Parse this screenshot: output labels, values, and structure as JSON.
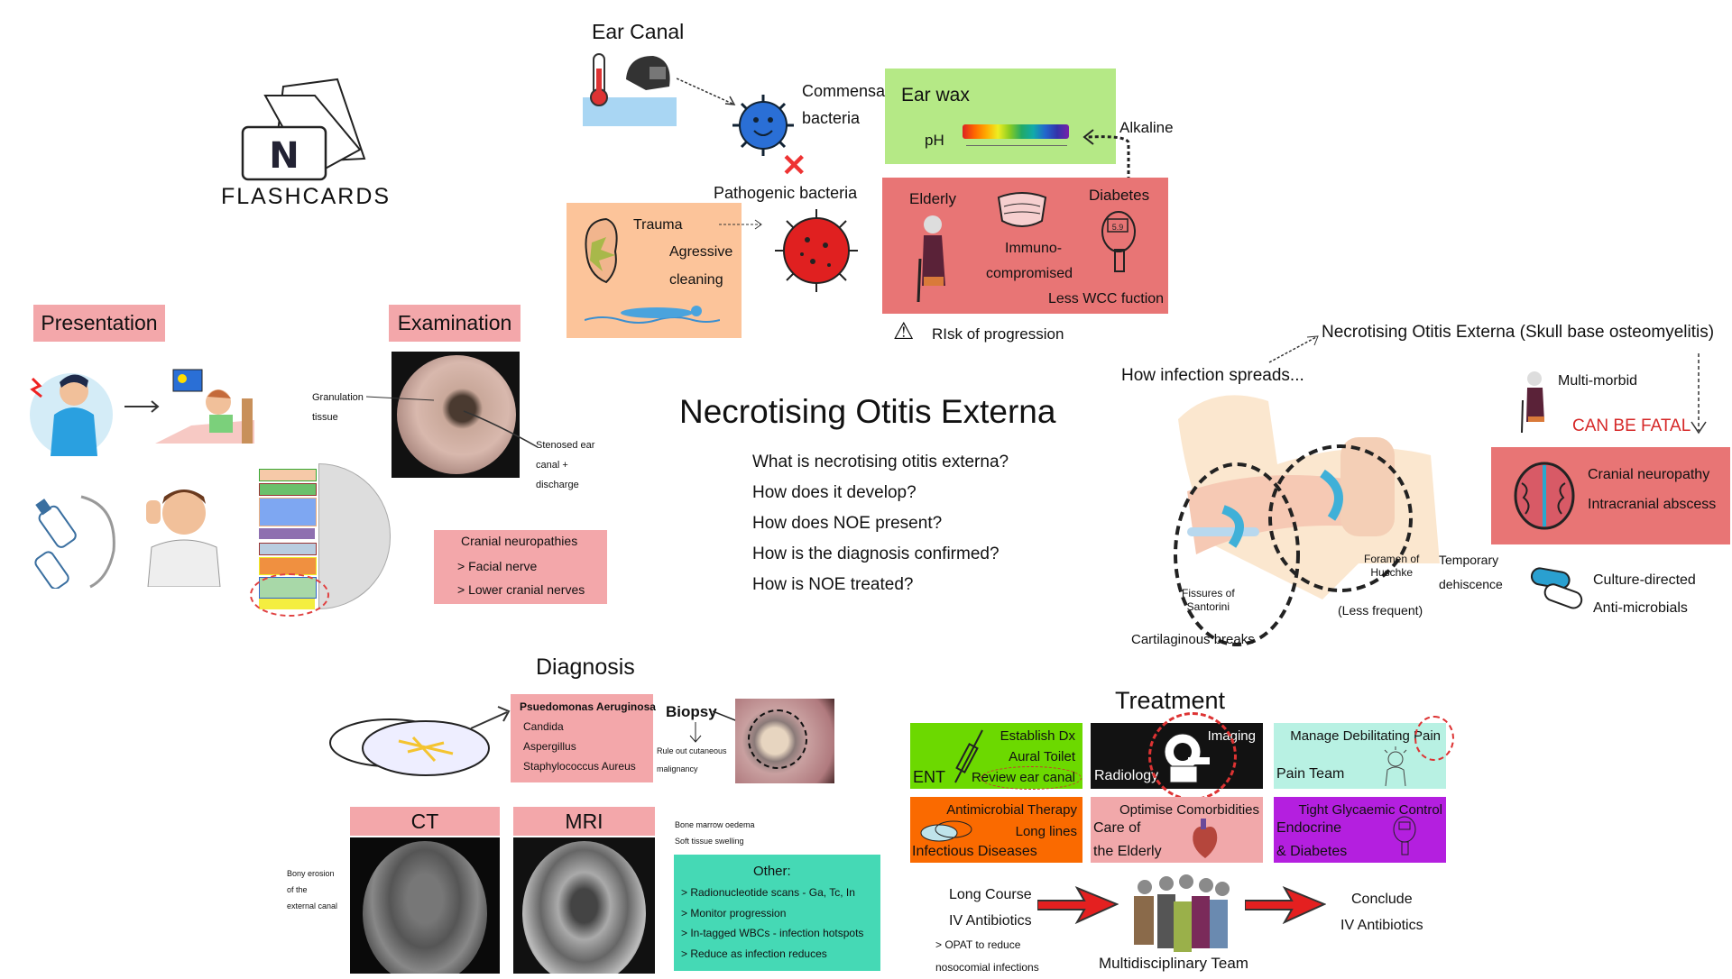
{
  "logo": {
    "text": "FLASHCARDS",
    "mark": "N"
  },
  "title": "Necrotising Otitis Externa",
  "questions": [
    "What is necrotising otitis externa?",
    "How does it develop?",
    "How does NOE present?",
    "How is the diagnosis confirmed?",
    "How is NOE treated?"
  ],
  "development": {
    "ear_canal": "Ear Canal",
    "commensal": [
      "Commensal",
      "bacteria"
    ],
    "pathogenic": "Pathogenic bacteria",
    "ear_wax": {
      "title": "Ear wax",
      "ph": "pH",
      "alkaline": "Alkaline"
    },
    "trauma": {
      "title": "Trauma",
      "line1": "Agressive",
      "line2": "cleaning"
    },
    "risk": {
      "elderly": "Elderly",
      "immuno1": "Immuno-",
      "immuno2": "compromised",
      "diabetes": "Diabetes",
      "wcc": "Less WCC fuction",
      "meter": "5.9"
    },
    "risk_progression": "RIsk of progression"
  },
  "presentation": {
    "label": "Presentation"
  },
  "examination": {
    "label": "Examination",
    "granulation": [
      "Granulation",
      "tissue"
    ],
    "stenosed": [
      "Stenosed ear",
      "canal +",
      "discharge"
    ],
    "cranial": {
      "title": "Cranial neuropathies",
      "items": [
        "> Facial nerve",
        "> Lower cranial nerves"
      ]
    }
  },
  "spread": {
    "heading": "How infection spreads...",
    "skull_base": "Necrotising Otitis Externa (Skull base osteomyelitis)",
    "santorini": [
      "Fissures of",
      "Santorini"
    ],
    "cartilaginous": "Cartilaginous breaks",
    "huschke": [
      "Foramen of",
      "Huschke"
    ],
    "temporary": [
      "Temporary",
      "dehiscence"
    ],
    "less_frequent": "(Less frequent)",
    "multi_morbid": "Multi-morbid",
    "fatal": "CAN BE FATAL",
    "complications": [
      "Cranial neuropathy",
      "Intracranial abscess"
    ],
    "antimicrobials": [
      "Culture-directed",
      "Anti-microbials"
    ]
  },
  "diagnosis": {
    "title": "Diagnosis",
    "organisms": [
      "Psuedomonas Aeruginosa",
      "Candida",
      "Aspergillus",
      "Staphylococcus Aureus"
    ],
    "biopsy": "Biopsy",
    "biopsy_note": [
      "Rule out cutaneous",
      "malignancy"
    ],
    "ct": "CT",
    "mri": "MRI",
    "ct_note": [
      "Bony erosion",
      "of the",
      "external canal"
    ],
    "mri_note": [
      "Bone marrow oedema",
      "Soft tissue swelling"
    ],
    "other": {
      "title": "Other:",
      "items": [
        "> Radionucleotide scans - Ga, Tc, In",
        "> Monitor progression",
        "> In-tagged WBCs - infection hotspots",
        "> Reduce as infection reduces"
      ]
    }
  },
  "treatment": {
    "title": "Treatment",
    "boxes": [
      {
        "team": "ENT",
        "lines": [
          "Establish Dx",
          "Aural Toilet",
          "Review ear canal"
        ],
        "color": "#6cd900"
      },
      {
        "team": "Radiology",
        "lines": [
          "Imaging"
        ],
        "color": "#121212"
      },
      {
        "team": "Pain Team",
        "lines": [
          "Manage Debilitating Pain"
        ],
        "color": "#b8f1e3"
      },
      {
        "team": "Infectious Diseases",
        "lines": [
          "Antimicrobial Therapy",
          "Long lines"
        ],
        "color": "#fa6a00"
      },
      {
        "team": "Care of",
        "team2": "the Elderly",
        "lines": [
          "Optimise Comorbidities"
        ],
        "color": "#f1a8aa"
      },
      {
        "team": "Endocrine",
        "team2": "& Diabetes",
        "lines": [
          "Tight Glycaemic Control"
        ],
        "color": "#b41fdf"
      }
    ],
    "long_course": [
      "Long Course",
      "IV Antibiotics"
    ],
    "opat": [
      "> OPAT to reduce",
      "nosocomial infections"
    ],
    "mdt": "Multidisciplinary Team",
    "conclude": [
      "Conclude",
      "IV Antibiotics"
    ]
  },
  "colors": {
    "pink": "#f3a7aa",
    "risk_red": "#e87575",
    "ear_wax_green": "#b5e986",
    "trauma_peach": "#fcc49a",
    "other_teal": "#45d9b5",
    "fatal_red": "#d62828"
  }
}
